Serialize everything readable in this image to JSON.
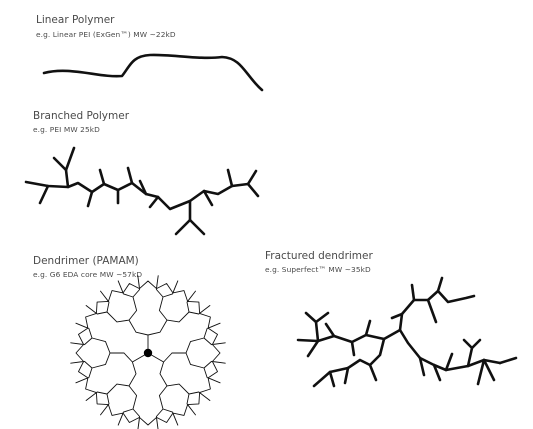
{
  "panels": [
    {
      "title": "Linear Polymer",
      "subtitle": "e.g. Linear PEI (ExGen™) MW ~22kD"
    },
    {
      "title": "Branched Polymer",
      "subtitle": "e.g. PEI MW 25kD"
    },
    {
      "title": "Dendrimer (PAMAM)",
      "subtitle": "e.g. G6 EDA core MW ~57kD"
    },
    {
      "title": "Fractured dendrimer",
      "subtitle": "e.g. Superfect™  MW ~35kD"
    }
  ]
}
